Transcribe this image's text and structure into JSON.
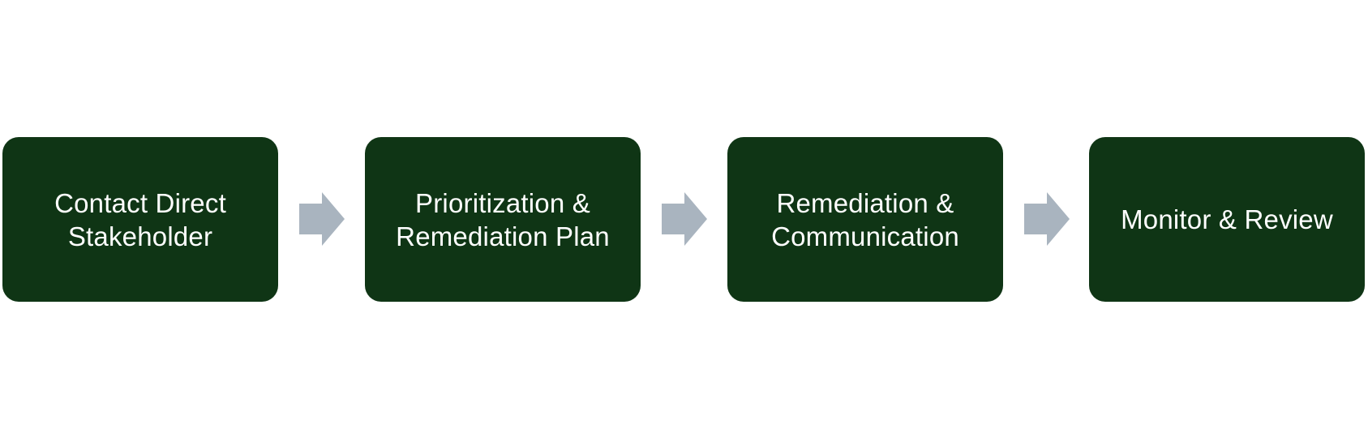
{
  "colors": {
    "step_fill": "#0f3515",
    "step_text": "#ffffff",
    "arrow": "#a9b4bf",
    "background": "#ffffff"
  },
  "steps": [
    {
      "label": "Contact Direct\nStakeholder"
    },
    {
      "label": "Prioritization &\nRemediation Plan"
    },
    {
      "label": "Remediation &\nCommunication"
    },
    {
      "label": "Monitor & Review"
    }
  ],
  "connectors": [
    {
      "icon": "right-arrow-icon"
    },
    {
      "icon": "right-arrow-icon"
    },
    {
      "icon": "right-arrow-icon"
    }
  ]
}
